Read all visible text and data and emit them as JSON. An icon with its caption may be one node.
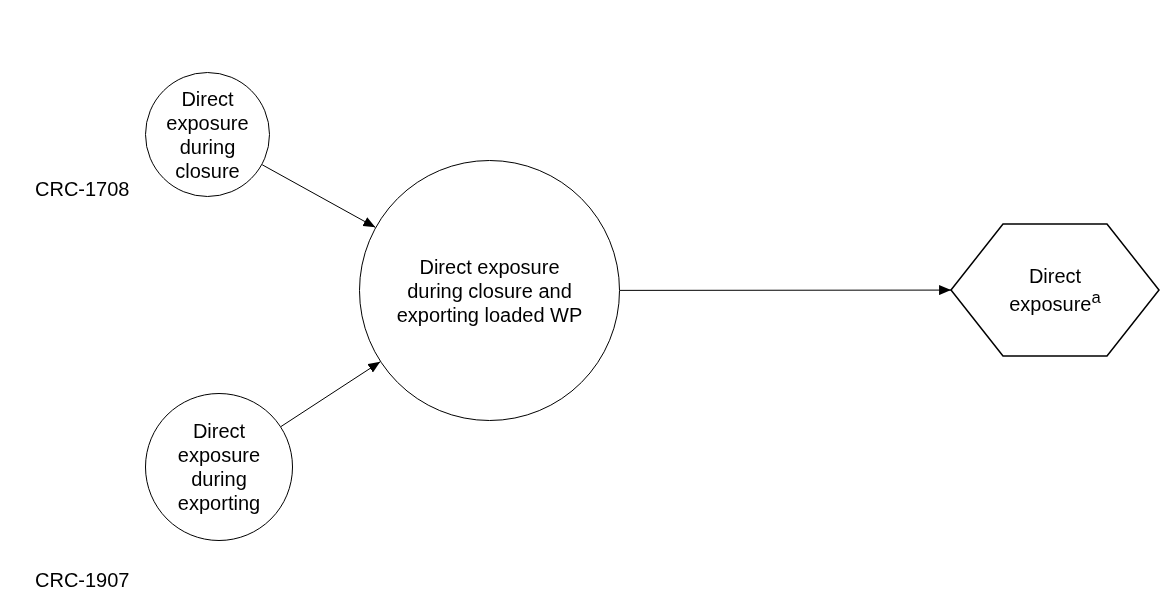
{
  "diagram": {
    "nodes": [
      {
        "text": [
          "Direct exposure during closure"
        ],
        "beside": [
          "CRC-1708"
        ]
      },
      {
        "text": [
          "Direct exposure during closure and exporting loaded WP"
        ]
      },
      {
        "text": [
          "Direct exposure$^{a}$"
        ]
      },
      {
        "text": [
          "Direct exposure during exporting"
        ],
        "beside": [
          "CRC-1907"
        ]
      }
    ],
    "edges": [
      {
        "from": 0,
        "to": 1,
        "arrow": "to"
      },
      {
        "from": 3,
        "to": 1,
        "arrow": "to"
      },
      {
        "from": 1,
        "to": 2,
        "arrow": "to"
      }
    ]
  }
}
